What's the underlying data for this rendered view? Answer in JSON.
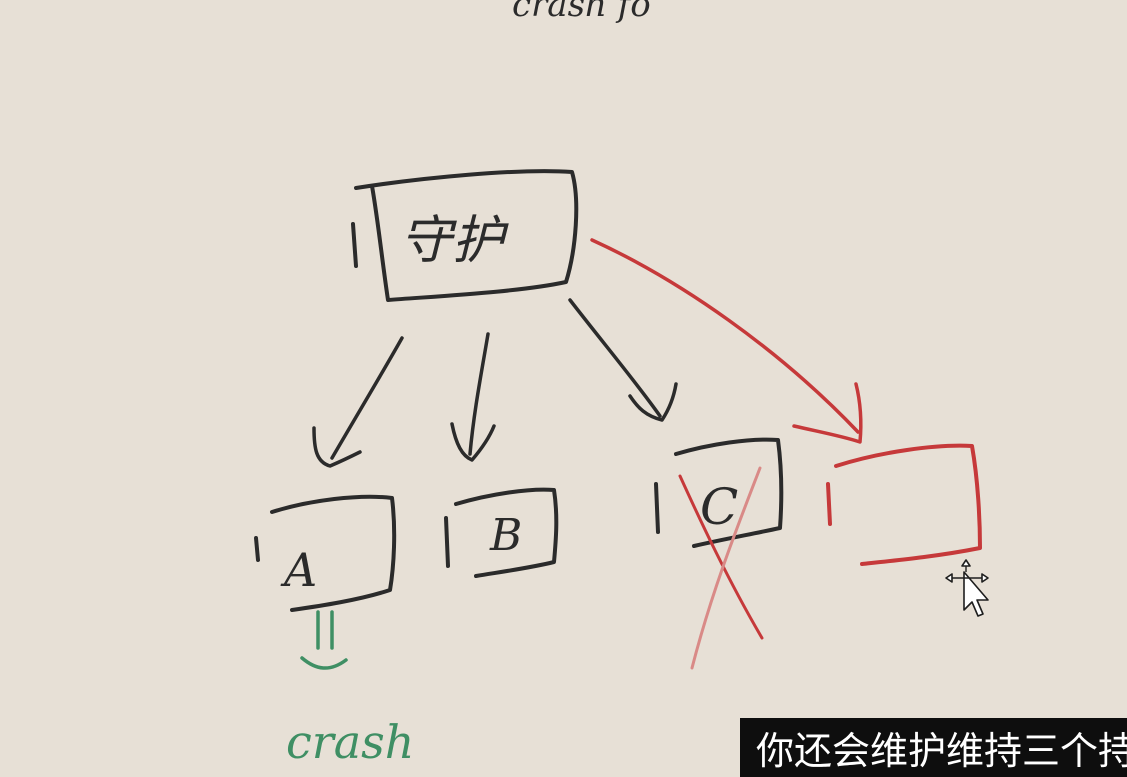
{
  "colors": {
    "board_background": "#e7e0d6",
    "ink_black": "#2b2b2b",
    "ink_red": "#c6393a",
    "ink_red_faint": "#d98a87",
    "ink_green": "#3f8f64",
    "subtitle_background": "#0e0e0e",
    "subtitle_text": "#ffffff"
  },
  "diagram": {
    "top_heading_fragment": "crash fo",
    "parent_node": {
      "label": "守护"
    },
    "children": [
      {
        "id": "a",
        "label": "A",
        "status": "crashing"
      },
      {
        "id": "b",
        "label": "B",
        "status": "running"
      },
      {
        "id": "c",
        "label": "C",
        "status": "crossed-out"
      },
      {
        "id": "new",
        "label": "",
        "status": "replacement"
      }
    ],
    "crash_note": {
      "text": "crash"
    }
  },
  "cursor": {
    "icon": "move-cursor-icon"
  },
  "subtitle": {
    "text": "你还会维护维持三个持"
  }
}
